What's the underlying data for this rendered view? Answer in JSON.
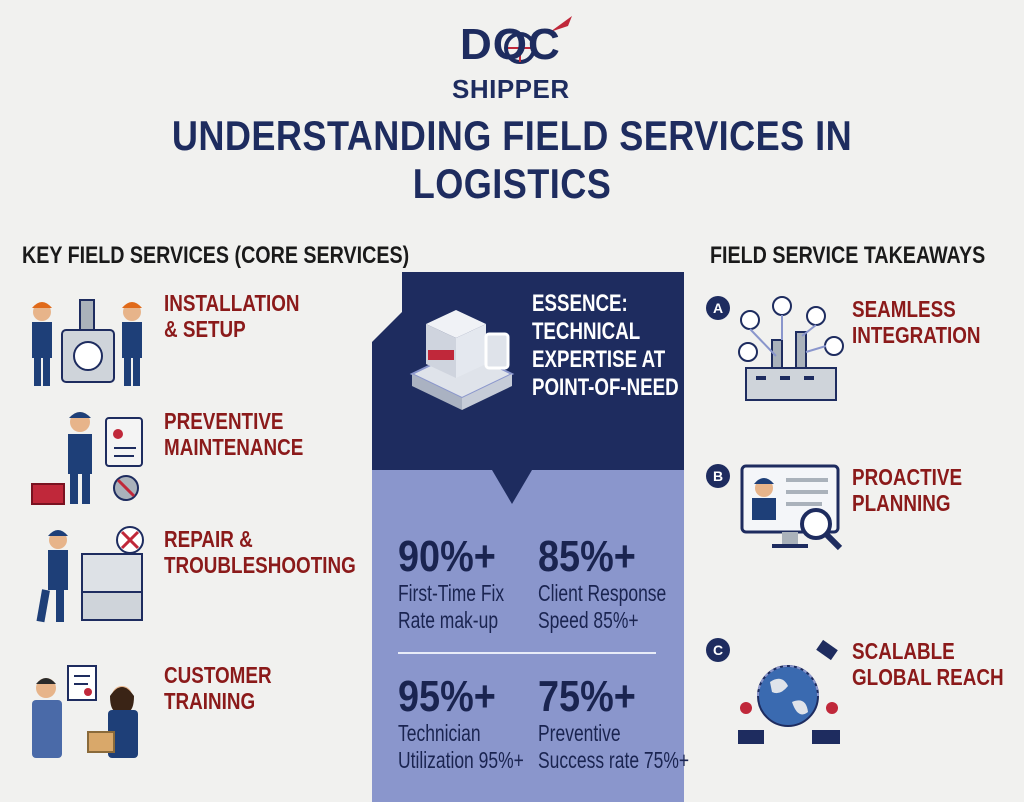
{
  "logo": {
    "line1": "DOC",
    "line2": "SHIPPER"
  },
  "title": "UNDERSTANDING FIELD SERVICES IN LOGISTICS",
  "left_heading": "KEY FIELD SERVICES (CORE SERVICES)",
  "right_heading": "FIELD SERVICE TAKEAWAYS",
  "services": [
    {
      "label": "INSTALLATION\n& SETUP",
      "icon": "technicians-machine-icon"
    },
    {
      "label": "PREVENTIVE\nMAINTENANCE",
      "icon": "technician-toolbox-icon"
    },
    {
      "label": "REPAIR &\nTROUBLESHOOTING",
      "icon": "repair-cart-icon"
    },
    {
      "label": "CUSTOMER\nTRAINING",
      "icon": "training-people-icon"
    }
  ],
  "essence": "ESSENCE:\nTECHNICAL\nEXPERTISE AT\nPOINT-OF-NEED",
  "stats": [
    {
      "value": "90%+",
      "label": "First-Time Fix\nRate mak-up"
    },
    {
      "value": "85%+",
      "label": "Client Response\nSpeed 85%+"
    },
    {
      "value": "95%+",
      "label": "Technician\nUtilization 95%+"
    },
    {
      "value": "75%+",
      "label": "Preventive\nSuccess rate 75%+"
    }
  ],
  "takeaways": [
    {
      "badge": "A",
      "label": "SEAMLESS\nINTEGRATION",
      "icon": "factory-network-icon"
    },
    {
      "badge": "B",
      "label": "PROACTIVE\nPLANNING",
      "icon": "monitor-search-icon"
    },
    {
      "badge": "C",
      "label": "SCALABLE\nGLOBAL REACH",
      "icon": "globe-satellite-icon"
    }
  ],
  "colors": {
    "navy": "#1e2c5f",
    "dark_red": "#8b1a1a",
    "panel_light": "#8a96cc",
    "background": "#f1f1ef",
    "accent_red": "#c0283a"
  }
}
